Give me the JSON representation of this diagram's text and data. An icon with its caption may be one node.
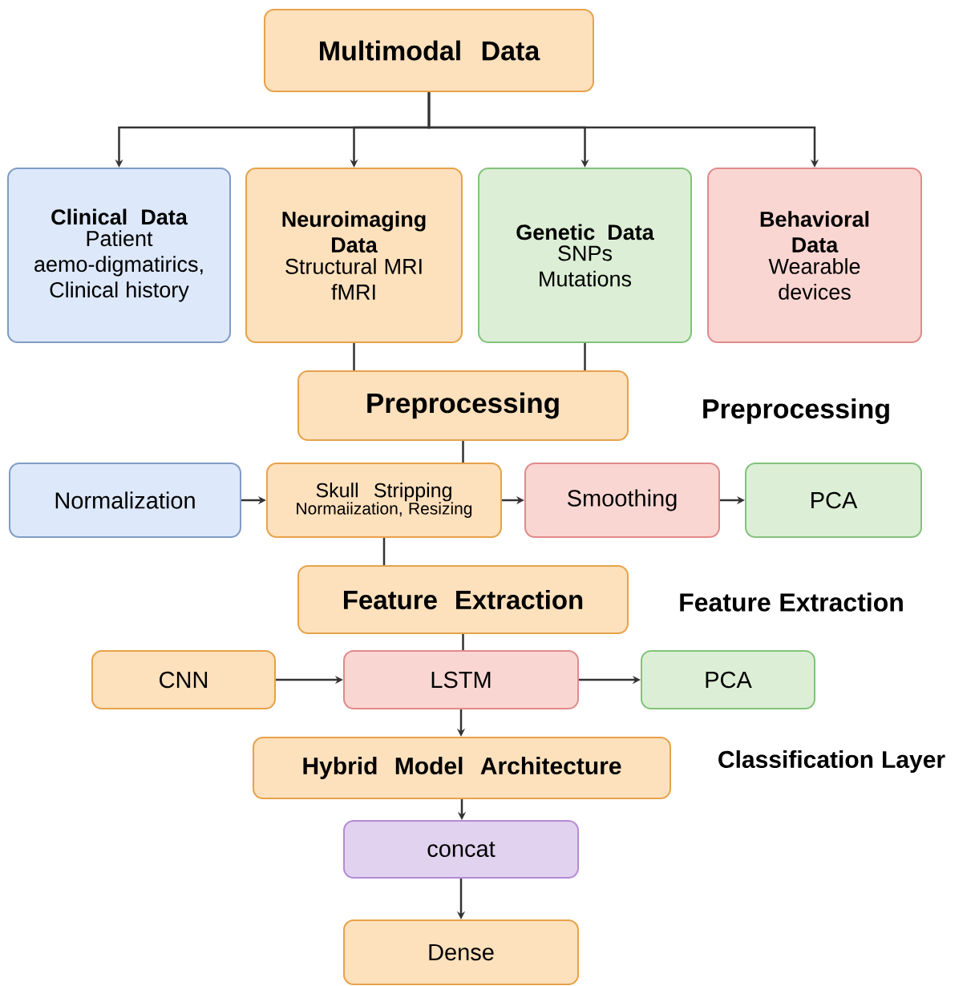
{
  "diagram": {
    "nodes": [
      {
        "text": [
          "Multimodal Data"
        ]
      },
      {
        "text": [
          "Clinical Data",
          "Patient aemo-digmatirics, Clinical history"
        ]
      },
      {
        "text": [
          "Neuroimaging Data",
          "Structural MRI fMRI"
        ]
      },
      {
        "text": [
          "Genetic Data",
          "SNPs Mutations"
        ]
      },
      {
        "text": [
          "Behavioral Data",
          "Wearable devices"
        ]
      },
      {
        "text": [
          "Preprocessing"
        ]
      },
      {
        "text": [
          "Normalization"
        ]
      },
      {
        "text": [
          "Skull Stripping",
          "Normaiization, Resizing"
        ]
      },
      {
        "text": [
          "Smoothing"
        ]
      },
      {
        "text": [
          "PCA"
        ]
      },
      {
        "text": [
          "Feature Extraction"
        ]
      },
      {
        "text": [
          "CNN"
        ]
      },
      {
        "text": [
          "LSTM"
        ]
      },
      {
        "text": [
          "PCA"
        ]
      },
      {
        "text": [
          "Hybrid Model Architecture"
        ]
      },
      {
        "text": [
          "concat"
        ]
      },
      {
        "text": [
          "Dense"
        ]
      }
    ],
    "edges": [
      {
        "from": 0,
        "to": 1,
        "arrow": "to"
      },
      {
        "from": 0,
        "to": 2,
        "arrow": "to"
      },
      {
        "from": 0,
        "to": 3,
        "arrow": "to"
      },
      {
        "from": 0,
        "to": 4,
        "arrow": "to"
      },
      {
        "from": 2,
        "to": 5,
        "arrow": "none"
      },
      {
        "from": 3,
        "to": 5,
        "arrow": "none"
      },
      {
        "from": 5,
        "to": 7,
        "arrow": "none"
      },
      {
        "from": 6,
        "to": 7,
        "arrow": "to"
      },
      {
        "from": 7,
        "to": 8,
        "arrow": "to"
      },
      {
        "from": 8,
        "to": 9,
        "arrow": "to"
      },
      {
        "from": 7,
        "to": 10,
        "arrow": "none"
      },
      {
        "from": 10,
        "to": 12,
        "arrow": "none"
      },
      {
        "from": 11,
        "to": 12,
        "arrow": "to"
      },
      {
        "from": 12,
        "to": 13,
        "arrow": "to"
      },
      {
        "from": 12,
        "to": 14,
        "arrow": "to"
      },
      {
        "from": 14,
        "to": 15,
        "arrow": "to"
      },
      {
        "from": 15,
        "to": 16,
        "arrow": "to"
      }
    ],
    "labels": [
      "Preprocessing",
      "Feature Extraction",
      "Classification Layer"
    ]
  }
}
